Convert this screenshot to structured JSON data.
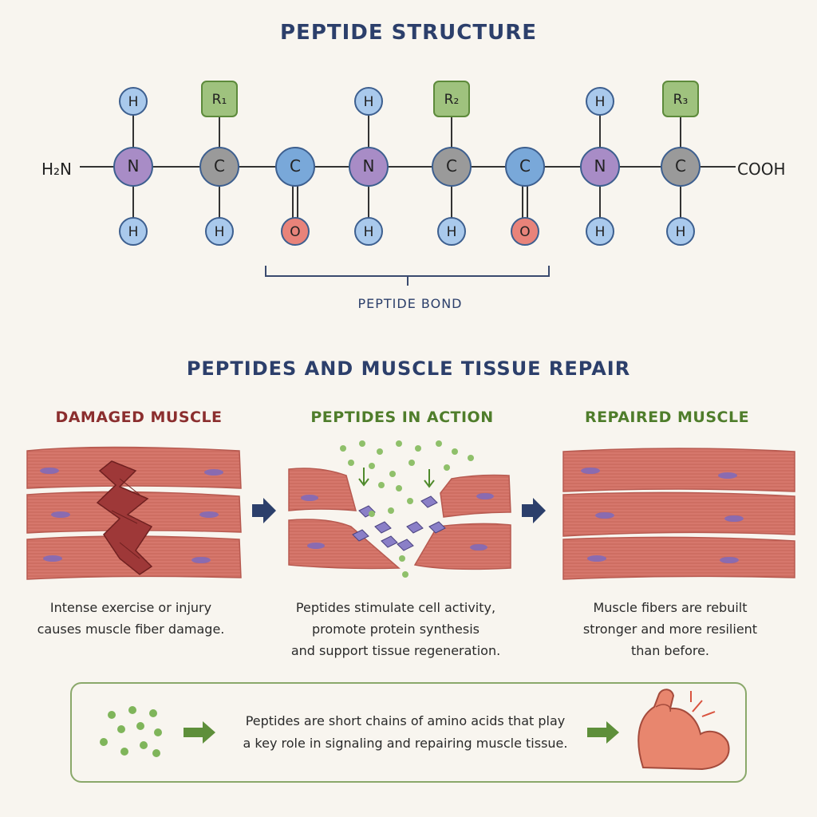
{
  "structure": {
    "title": "PEPTIDE STRUCTURE",
    "n_terminus": "H₂N",
    "c_terminus": "COOH",
    "bond_label": "PEPTIDE BOND",
    "side_chains": [
      "R₁",
      "R₂",
      "R₃"
    ],
    "atoms": {
      "nitrogen": "N",
      "carbon": "C",
      "oxygen": "O",
      "hydrogen": "H"
    },
    "colors": {
      "nitrogen": "#a88cc6",
      "alpha_carbon": "#9a9a9a",
      "carbonyl_carbon": "#79a8d9",
      "oxygen": "#e8837a",
      "hydrogen": "#a9c9ec",
      "side_chain": "#9fc27e"
    }
  },
  "repair": {
    "title": "PEPTIDES AND MUSCLE TISSUE REPAIR",
    "panels": [
      {
        "heading": "DAMAGED MUSCLE",
        "color": "#8b2e2e",
        "caption": [
          "Intense exercise or injury",
          "causes muscle fiber damage."
        ]
      },
      {
        "heading": "PEPTIDES IN ACTION",
        "color": "#4f7d2b",
        "caption": [
          "Peptides stimulate cell activity,",
          "promote protein synthesis",
          "and support tissue regeneration."
        ]
      },
      {
        "heading": "REPAIRED MUSCLE",
        "color": "#4f7d2b",
        "caption": [
          "Muscle fibers are rebuilt",
          "stronger and more resilient",
          "than before."
        ]
      }
    ]
  },
  "summary": {
    "text": [
      "Peptides are short chains of amino acids that play",
      "a key role in signaling and repairing muscle tissue."
    ],
    "icons": [
      "peptide-dots-icon",
      "arrow-right-icon",
      "flexed-arm-icon"
    ]
  }
}
